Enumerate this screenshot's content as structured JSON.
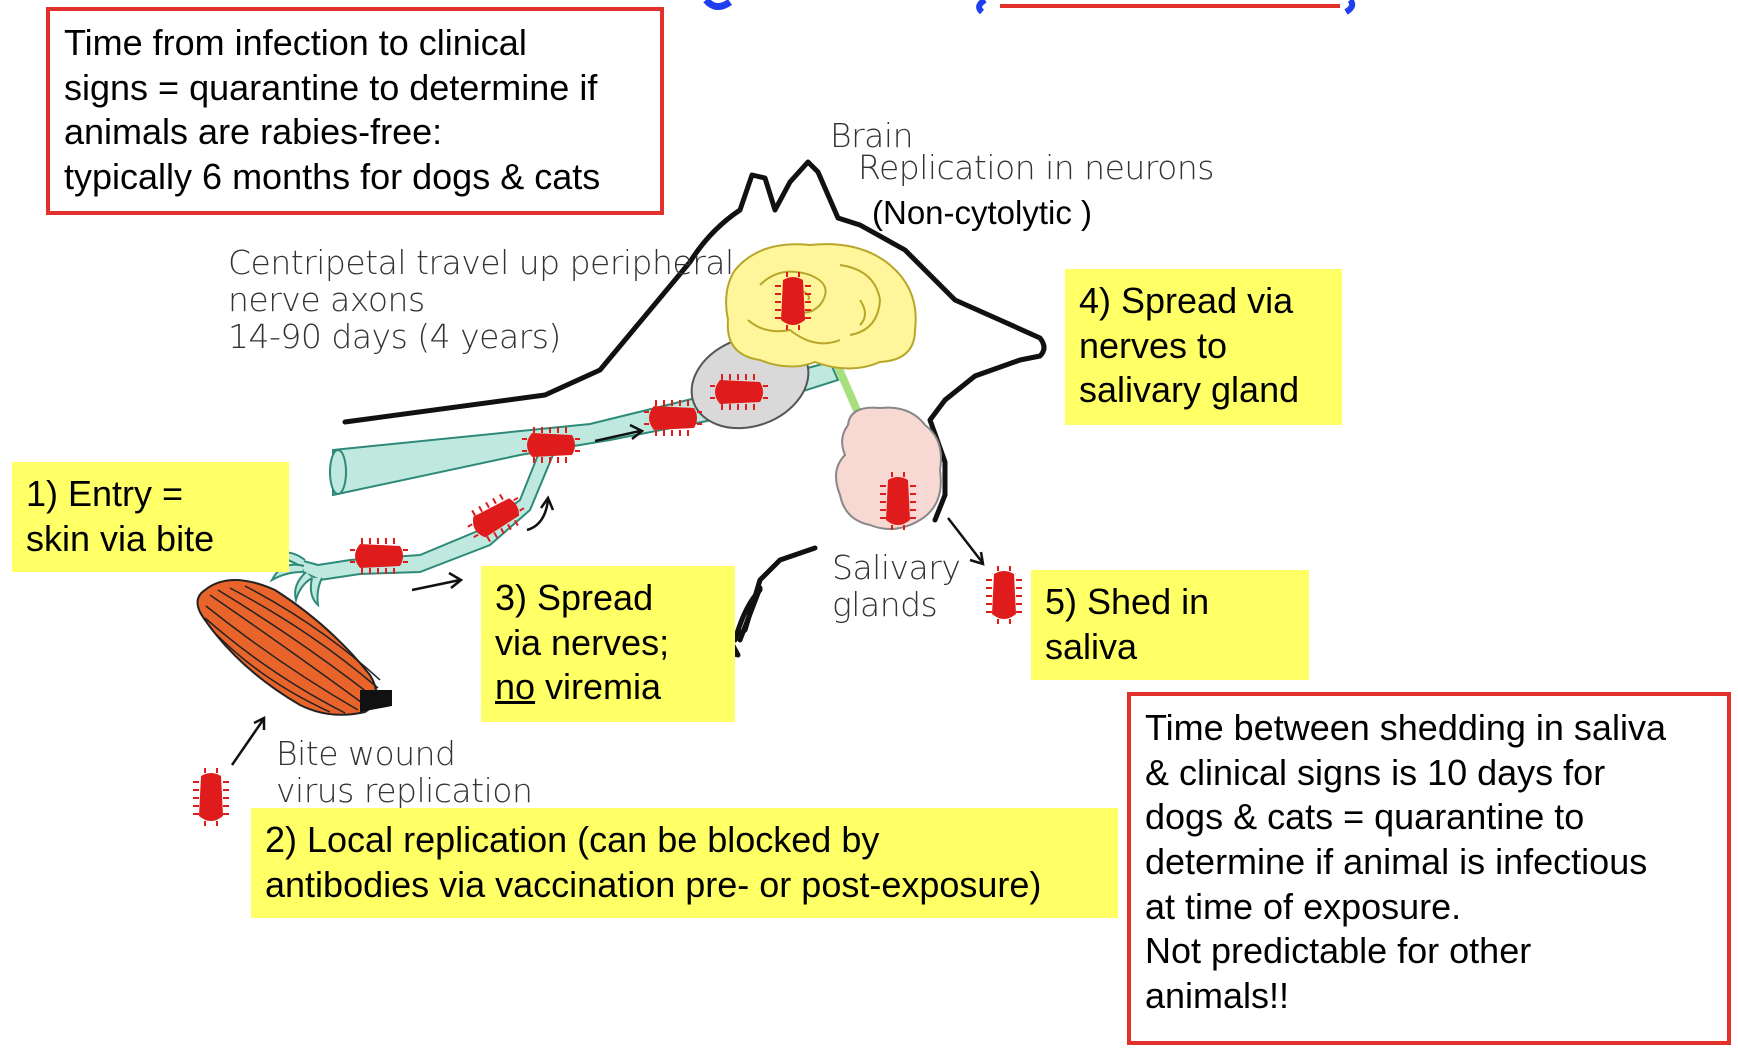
{
  "colors": {
    "red_border": "#e2302a",
    "yellow_highlight": "#ffff66",
    "nerve_fill": "#bfe8df",
    "nerve_stroke": "#2e8a78",
    "virus_red": "#e01b1b",
    "brain_fill": "#fff59a",
    "ganglion_fill": "#d9d9d9",
    "gland_fill": "#f8d8d2",
    "muscle_fill": "#e8642a",
    "title_blue": "#1f3ef0",
    "outline": "#111111"
  },
  "boxes": {
    "quarantine_top": {
      "lines": [
        "Time from infection to clinical",
        "signs = quarantine to determine if",
        "animals are rabies-free:",
        "typically 6 months for dogs & cats"
      ]
    },
    "step1": {
      "lines": [
        "1) Entry =",
        "skin via bite"
      ]
    },
    "step2": {
      "lines": [
        "2) Local replication (can be blocked by",
        "antibodies via vaccination pre- or post-exposure)"
      ]
    },
    "step3": {
      "line1": "3) Spread",
      "line2": "via nerves;",
      "line3_underlined": "no",
      "line3_rest": " viremia"
    },
    "step4": {
      "lines": [
        "4) Spread via",
        "nerves to",
        "salivary gland"
      ]
    },
    "step5": {
      "lines": [
        "5) Shed in",
        "saliva"
      ]
    },
    "quarantine_bottom": {
      "lines": [
        "Time between shedding in saliva",
        "& clinical signs is 10 days for",
        "dogs & cats = quarantine to",
        "determine if animal is infectious",
        "at time of exposure.",
        "Not predictable for other",
        "animals!!"
      ]
    }
  },
  "labels": {
    "brain": "Brain",
    "replication": "Replication in neurons",
    "non_cytolytic": "(Non-cytolytic )",
    "centripetal": [
      "Centripetal travel up peripheral",
      "nerve axons",
      "14-90 days (4 years)"
    ],
    "salivary": [
      "Salivary",
      "glands"
    ],
    "bite_wound": [
      "Bite wound",
      "virus replication"
    ]
  },
  "icons": [
    "dog-head-outline-icon",
    "brain-icon",
    "ganglion-icon",
    "nerve-axon-icon",
    "salivary-gland-icon",
    "muscle-icon",
    "rabies-virus-icon",
    "arrow-icon"
  ]
}
